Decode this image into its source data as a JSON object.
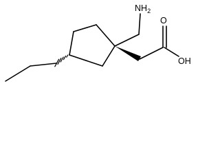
{
  "molecule": {
    "amine_group": {
      "main": "NH",
      "subscript": "2"
    },
    "carbonyl_oxygen": "O",
    "hydroxyl": "OH"
  }
}
